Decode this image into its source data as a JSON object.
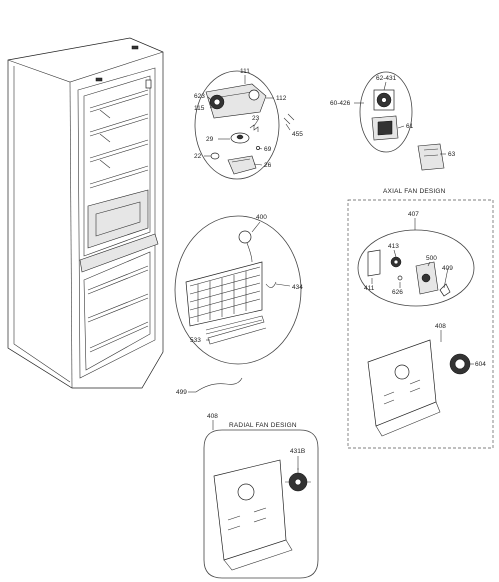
{
  "sections": {
    "axial_title": "AXIAL FAN DESIGN",
    "radial_title": "RADIAL FAN DESIGN"
  },
  "callouts": {
    "p111": "111",
    "p112": "112",
    "p623": "623",
    "p115": "115",
    "p23": "23",
    "p455": "455",
    "p29": "29",
    "p69": "69",
    "p22": "22",
    "p26": "26",
    "p62_431": "62-431",
    "p60_426": "60-426",
    "p61": "61",
    "p63": "63",
    "p400": "400",
    "p434": "434",
    "p533": "533",
    "p499": "499",
    "p407": "407",
    "p413": "413",
    "p500": "500",
    "p409": "409",
    "p411": "411",
    "p626": "626",
    "p408_axial": "408",
    "p604": "604",
    "p408_radial": "408",
    "p431B": "431B"
  }
}
